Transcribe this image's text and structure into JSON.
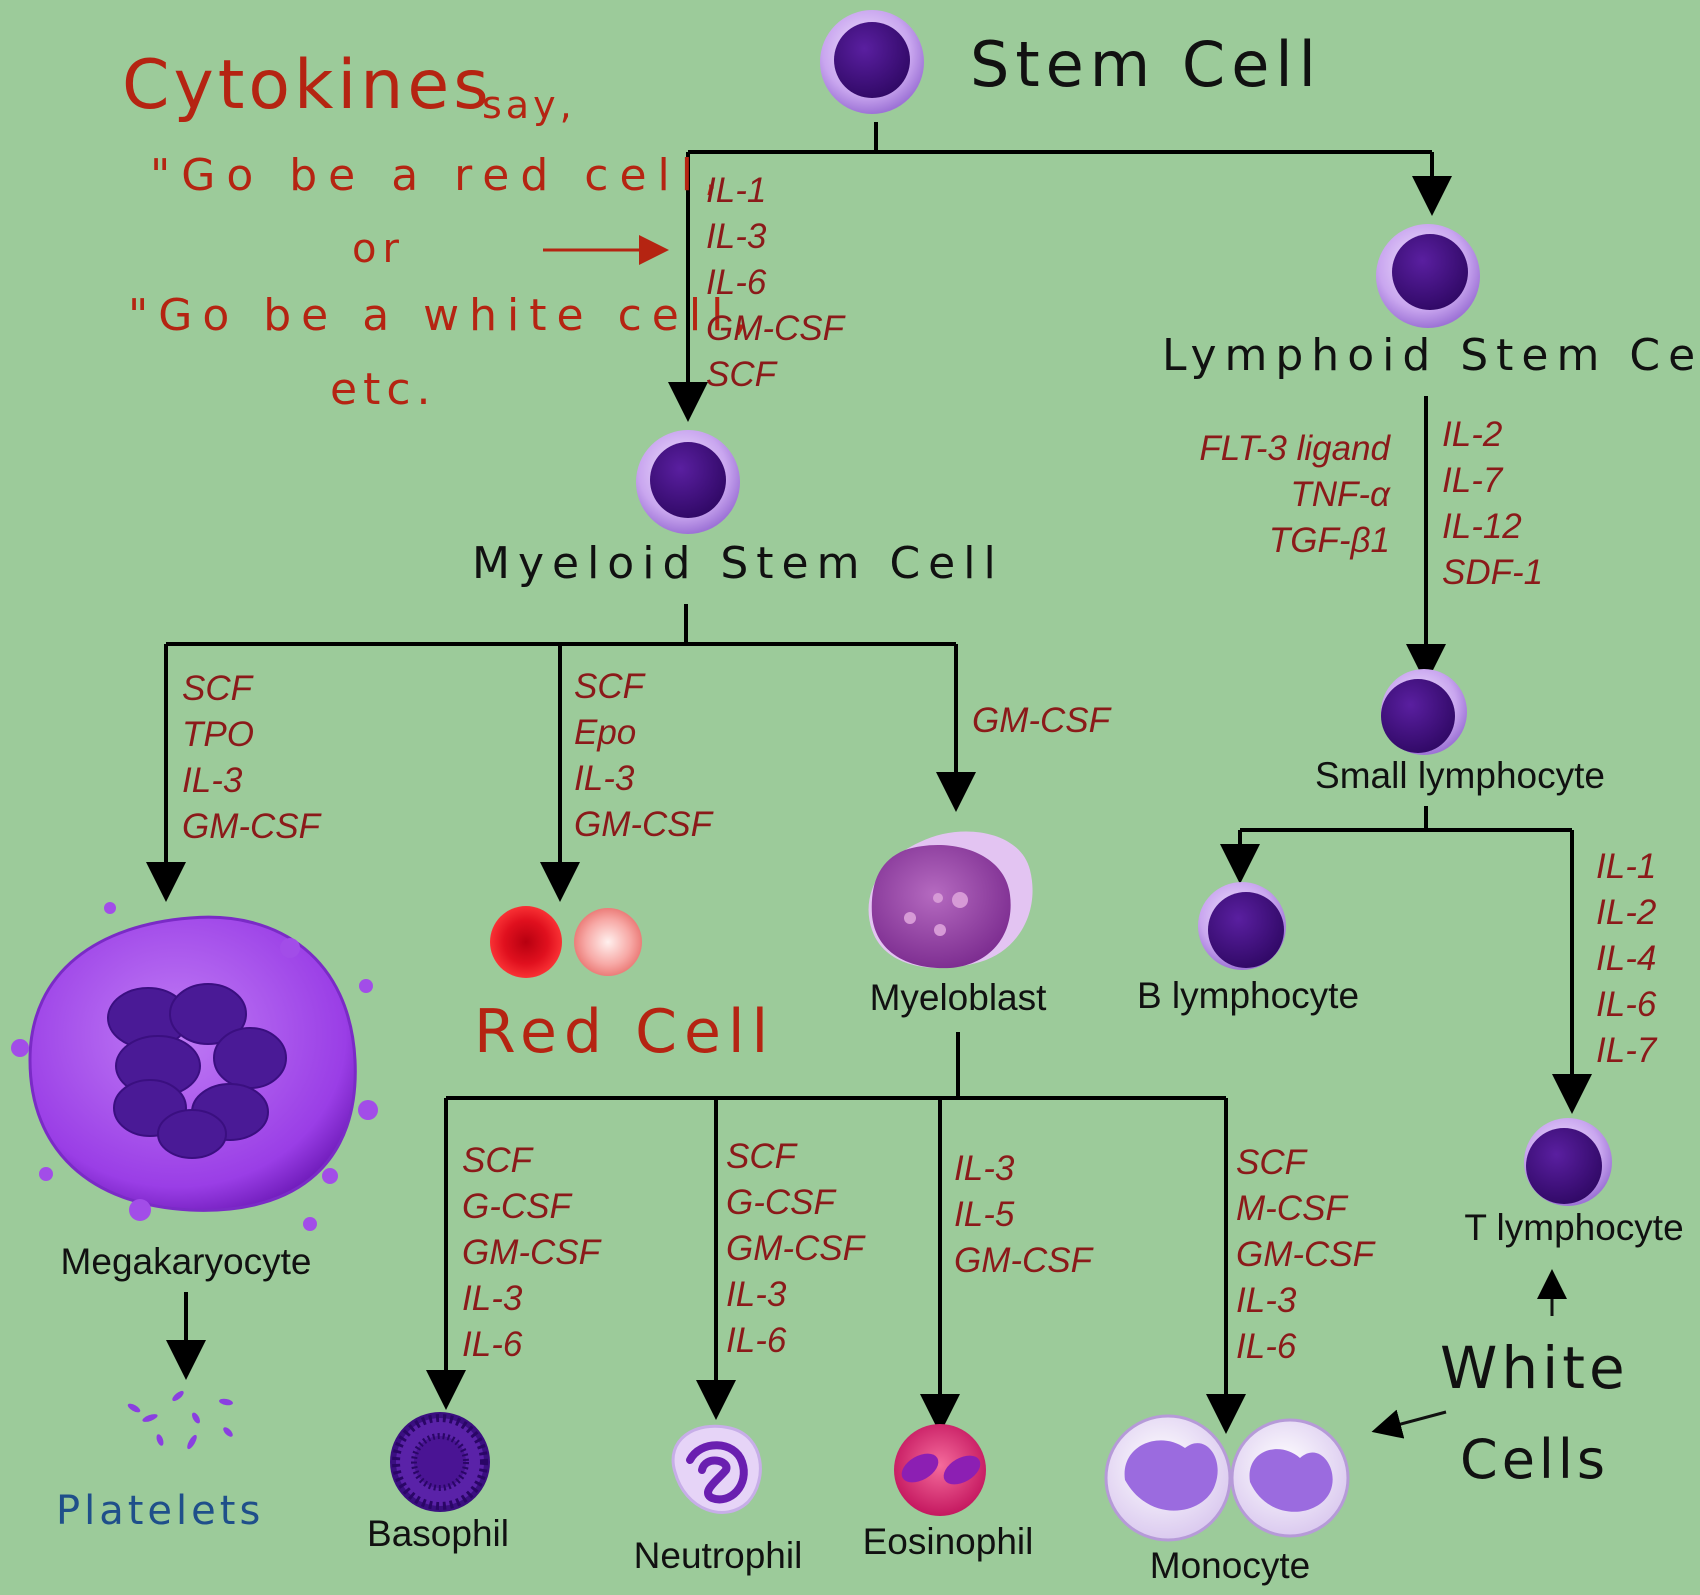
{
  "note": {
    "cytokines": "Cytokines",
    "say": "say,",
    "line1": "\"Go be a red cell,",
    "line2": "or",
    "line3": "\"Go be a white cell,",
    "line4": "etc."
  },
  "nodes": {
    "stem_cell": "Stem Cell",
    "lymphoid_stem_cell": "Lymphoid Stem Cell",
    "myeloid_stem_cell": "Myeloid Stem Cell",
    "small_lymphocyte": "Small lymphocyte",
    "b_lymphocyte": "B lymphocyte",
    "t_lymphocyte": "T lymphocyte",
    "megakaryocyte": "Megakaryocyte",
    "platelets": "Platelets",
    "red_cell": "Red Cell",
    "myeloblast": "Myeloblast",
    "basophil": "Basophil",
    "neutrophil": "Neutrophil",
    "eosinophil": "Eosinophil",
    "monocyte": "Monocyte",
    "white_cells_1": "White",
    "white_cells_2": "Cells"
  },
  "cytokines": {
    "stem_to_myeloid": [
      "IL-1",
      "IL-3",
      "IL-6",
      "GM-CSF",
      "SCF"
    ],
    "lymphoid_left": [
      "FLT-3 ligand",
      "TNF-α",
      "TGF-β1"
    ],
    "lymphoid_right": [
      "IL-2",
      "IL-7",
      "IL-12",
      "SDF-1"
    ],
    "to_megakaryocyte": [
      "SCF",
      "TPO",
      "IL-3",
      "GM-CSF"
    ],
    "to_red_cell": [
      "SCF",
      "Epo",
      "IL-3",
      "GM-CSF"
    ],
    "to_myeloblast": [
      "GM-CSF"
    ],
    "to_t_lymphocyte": [
      "IL-1",
      "IL-2",
      "IL-4",
      "IL-6",
      "IL-7"
    ],
    "to_basophil": [
      "SCF",
      "G-CSF",
      "GM-CSF",
      "IL-3",
      "IL-6"
    ],
    "to_neutrophil": [
      "SCF",
      "G-CSF",
      "GM-CSF",
      "IL-3",
      "IL-6"
    ],
    "to_eosinophil": [
      "IL-3",
      "IL-5",
      "GM-CSF"
    ],
    "to_monocyte": [
      "SCF",
      "M-CSF",
      "GM-CSF",
      "IL-3",
      "IL-6"
    ]
  },
  "colors": {
    "background": "#9ccb9a",
    "cytokine_text": "#8b1a1a",
    "handwriting_red": "#b52412",
    "cell_nucleus": "#3d0b7a",
    "cell_membrane": "#c9a6ef"
  }
}
